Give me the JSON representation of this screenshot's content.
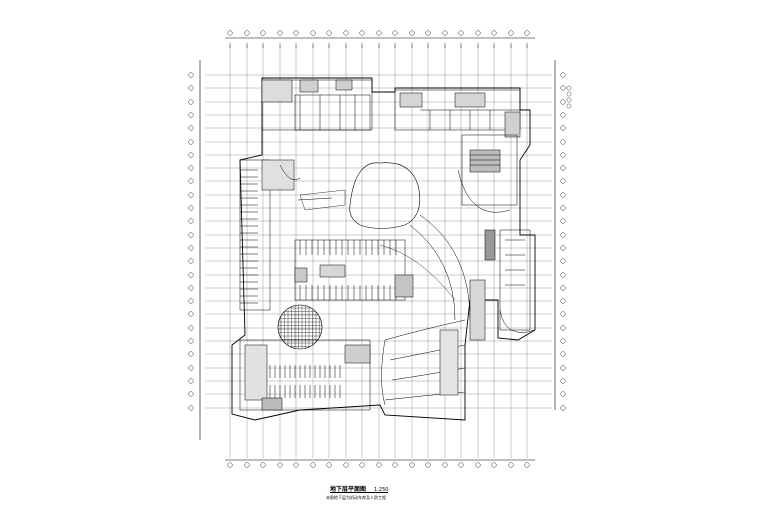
{
  "drawing": {
    "caption_title": "地下层平面图",
    "caption_scale": "1:250",
    "caption_note": "本图地下层为机动车库及人防工程",
    "colors": {
      "ink": "#000000",
      "grid": "#555555",
      "paper": "#ffffff"
    }
  }
}
